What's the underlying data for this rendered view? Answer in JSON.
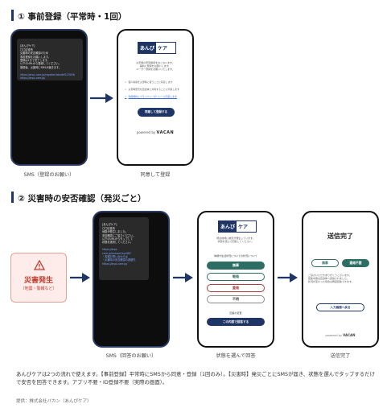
{
  "section1": {
    "number": "①",
    "title": "事前登録（平常時・1回）",
    "sms": {
      "header": "[あんぴケア]",
      "body": "〇〇区役所\n災害時の安否確認のため\n事前登録をお願いします。\n登録は1分で完了します。\n以下のURLから登録してください。\n登録後、災害時にSMSが届きます。",
      "link": "https://anpi-care.jp/register/abcdef123456\nhttps://anpi-care.jp/"
    },
    "register_screen": {
      "logo_left": "あんぴ",
      "logo_right": "ケア",
      "description": "災害時の安否確認をおこないます。\n事前に登録をお願いします。\nユーザー登録をお願いいたします。",
      "checks": [
        "個人情報を災害時に使うことに同意します",
        "災害時安否を自治体と共有することに同意します",
        "利用規約とプライバシーポリシーに同意します"
      ],
      "button": "同意して登録する",
      "powered_prefix": "powered by",
      "powered_brand": "VACAN"
    },
    "captions": {
      "sms": "SMS（登録のお願い）",
      "register": "同意して登録"
    }
  },
  "section2": {
    "number": "②",
    "title": "災害時の安否確認（発災ごと）",
    "disaster_box": {
      "label": "災害発生",
      "sub": "（地震・警報など）"
    },
    "sms": {
      "header": "[あんぴケア]",
      "body": "〇〇区役所\n地震が発生しました。\n安否確認にご協力ください。\n以下のURLからタップして\n状態を選択してください。",
      "link": "https://anpi-care.jp/answer/xyz987\n・各種お問い合わせは\n・災害時の安否確認の連絡先\nhttps://anpi-care.jp/"
    },
    "answer_screen": {
      "logo_left": "あんぴ",
      "logo_right": "ケア",
      "description": "現在地域に被害が発生しています。\n状態を選んで回答してください。",
      "question": "体調や生活状況についての状況について",
      "options": [
        "無事",
        "軽傷",
        "重傷",
        "不明"
      ],
      "other_title": "回答の変更",
      "other_button": "この内容で回答する"
    },
    "complete_screen": {
      "title": "送信完了",
      "tab_active": "無事",
      "tab_other": "連絡不要",
      "message": "ご協力いただきありがとうございます。\n回答内容は自治体へ送信されました。\n状況が変わった場合は再度回答できます。",
      "button": "入力画面へ戻る",
      "powered_prefix": "powered by",
      "powered_brand": "VACAN"
    },
    "captions": {
      "sms": "SMS（回答のお願い）",
      "answer": "状態を選んで回答",
      "complete": "送信完了"
    }
  },
  "footer": {
    "description": "あんぴケアは2つの流れで使えます。【事前登録】平常時にSMSから同意・登録（1回のみ）。【災害時】発災ごとにSMSが届き、状態を選んでタップするだけで安否を回答できます。アプリ不要・ID登録不要（実際の画面）。",
    "credit": "提供：株式会社バカン（あんぴケア）"
  },
  "colors": {
    "navy": "#1f3566",
    "alert_red": "#c0392b",
    "alert_bg": "#fdecea",
    "option_green": "#2c6e63",
    "option_red": "#b03a3a",
    "teal": "#2c6e63"
  }
}
